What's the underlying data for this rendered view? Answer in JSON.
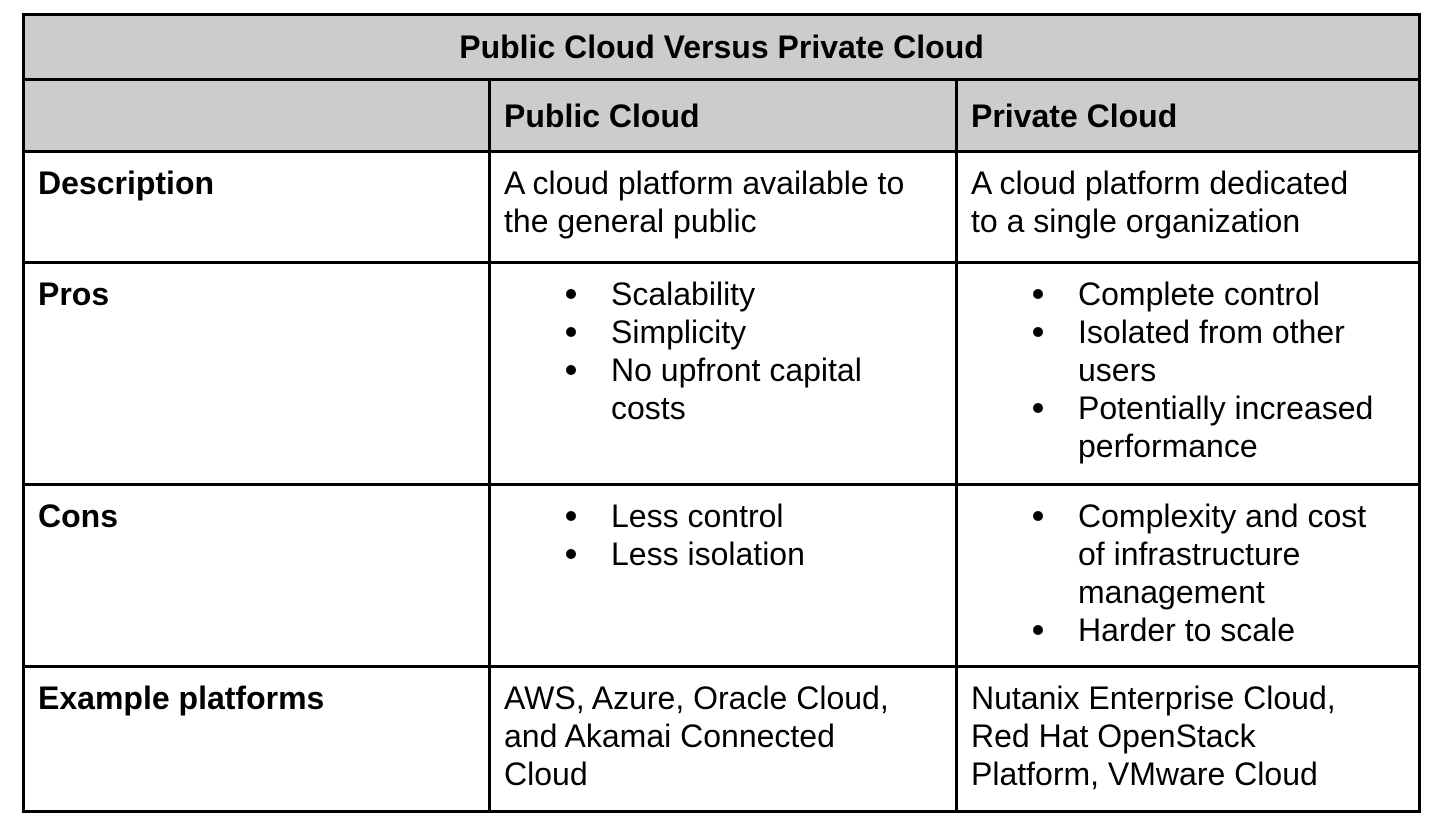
{
  "colors": {
    "page_background": "#ffffff",
    "header_background": "#cccccc",
    "border": "#000000",
    "text": "#000000"
  },
  "table": {
    "title": "Public Cloud Versus Private Cloud",
    "column_headers": {
      "blank": "",
      "public": "Public Cloud",
      "private": "Private Cloud"
    },
    "rows": [
      {
        "label": "Description",
        "public": {
          "type": "text",
          "text": "A cloud platform available to\nthe general public"
        },
        "private": {
          "type": "text",
          "text": "A cloud platform dedicated\nto a single organization"
        }
      },
      {
        "label": "Pros",
        "public": {
          "type": "list",
          "items": [
            "Scalability",
            "Simplicity",
            "No upfront capital\ncosts"
          ]
        },
        "private": {
          "type": "list",
          "items": [
            "Complete control",
            "Isolated from other\nusers",
            "Potentially increased\nperformance"
          ]
        }
      },
      {
        "label": "Cons",
        "public": {
          "type": "list",
          "items": [
            "Less control",
            "Less isolation"
          ]
        },
        "private": {
          "type": "list",
          "items": [
            "Complexity and cost\nof infrastructure\nmanagement",
            "Harder to scale"
          ]
        }
      },
      {
        "label": "Example platforms",
        "public": {
          "type": "text",
          "text": "AWS, Azure, Oracle Cloud,\nand Akamai Connected\nCloud"
        },
        "private": {
          "type": "text",
          "text": "Nutanix Enterprise Cloud,\nRed Hat OpenStack\nPlatform, VMware Cloud"
        }
      }
    ]
  }
}
